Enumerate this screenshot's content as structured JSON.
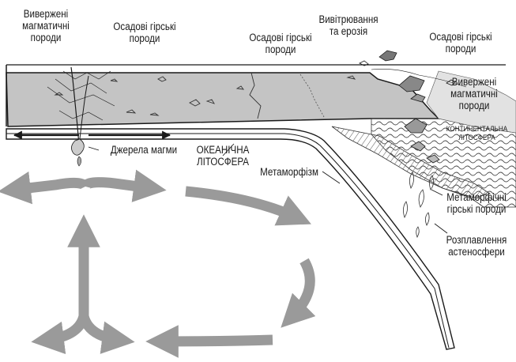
{
  "labels": {
    "volcanic_left": "Виверженi\nмагматичнi\nпороди",
    "sedimentary_1": "Осадовi гiрськi\nпороди",
    "sedimentary_2": "Осадовi гiрськi\nпороди",
    "weathering": "Вивiтрювання\nта ерозiя",
    "sedimentary_3": "Осадовi гiрськi\nпороди",
    "volcanic_right": "Виверженi\nмагматичнi\nпороди",
    "continental": "КОНТИНЕНТАЛЬНА\nЛIТОСФЕРА",
    "magma_sources": "Джерела магми",
    "oceanic": "ОКЕАНIЧНА\nЛIТОСФЕРА",
    "metamorphism": "Метаморфiзм",
    "metamorphic_rocks": "Метаморфiчнi\nгiрськi породи",
    "melting": "Розплавлення\nастеносфери"
  },
  "colors": {
    "sediment": "#c4c4c4",
    "arrow": "#9a9a9a",
    "ink": "#1a1a1a"
  }
}
